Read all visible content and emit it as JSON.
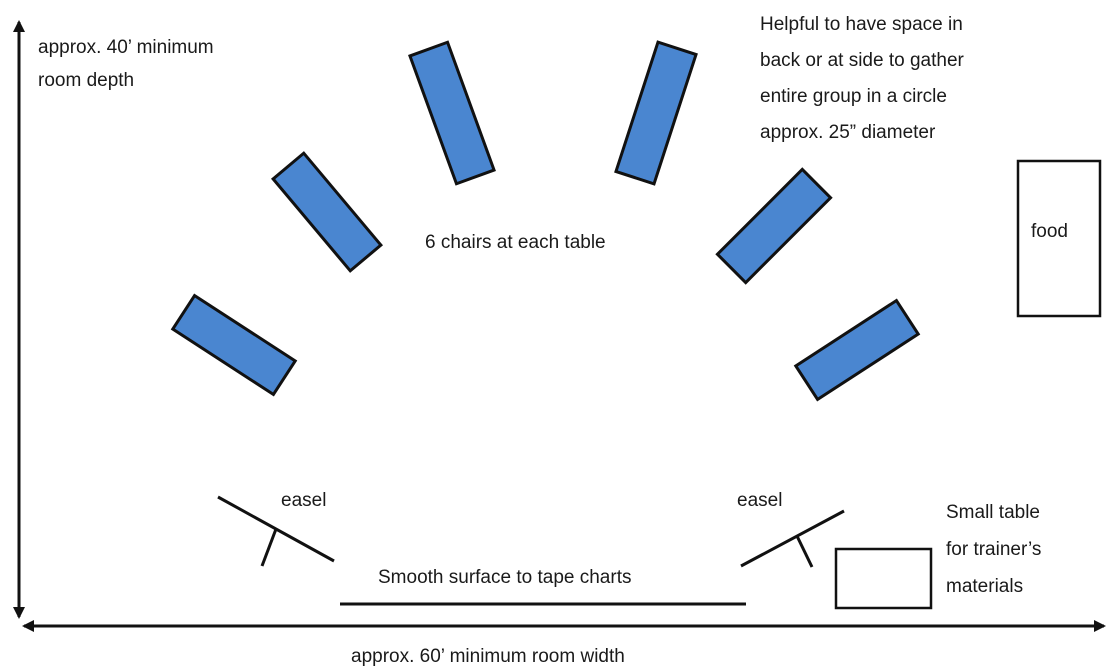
{
  "colors": {
    "table_fill": "#4a86d0",
    "outline": "#111111",
    "background": "#ffffff"
  },
  "labels": {
    "depth": [
      "approx. 40’ minimum",
      "room depth"
    ],
    "width": "approx. 60’ minimum room width",
    "gather_note": [
      "Helpful to have space in",
      "back or at side to gather",
      "entire group in a circle",
      "approx. 25” diameter"
    ],
    "chairs": "6 chairs at each table",
    "food": "food",
    "easel_left": "easel",
    "easel_right": "easel",
    "tape_surface": "Smooth surface to tape charts",
    "trainer_table": [
      "Small table",
      "for trainer’s",
      "materials"
    ]
  },
  "tables": {
    "count": 6
  }
}
